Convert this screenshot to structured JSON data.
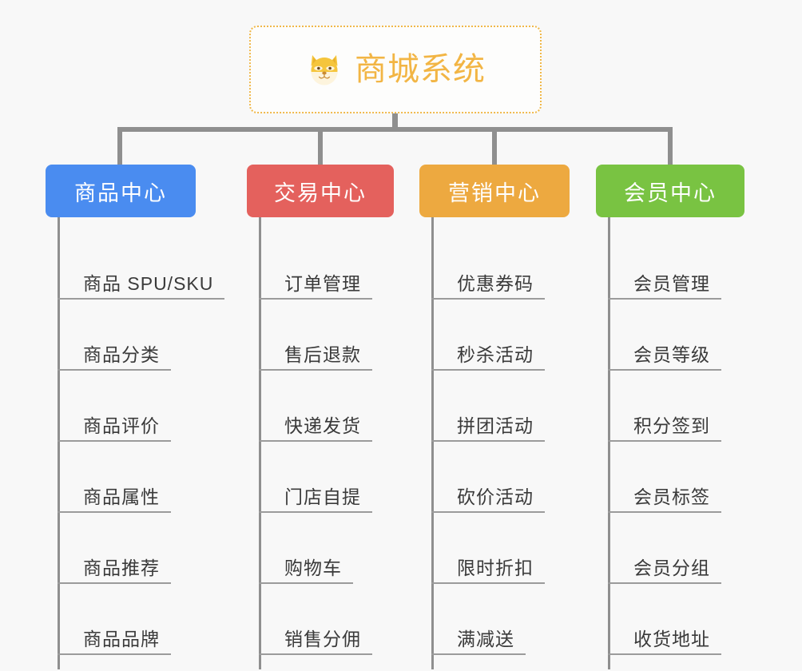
{
  "root": {
    "title": "商城系统",
    "icon": "shiba-dog-face-emoji",
    "border_color": "#f0b849",
    "text_color": "#f2b544"
  },
  "connector": {
    "color": "#8f8f8f"
  },
  "branches": [
    {
      "id": "product-center",
      "label": "商品中心",
      "color": "#4a8cf0",
      "color_class": "cat-blue",
      "items": [
        "商品 SPU/SKU",
        "商品分类",
        "商品评价",
        "商品属性",
        "商品推荐",
        "商品品牌"
      ]
    },
    {
      "id": "trade-center",
      "label": "交易中心",
      "color": "#e4615d",
      "color_class": "cat-red",
      "items": [
        "订单管理",
        "售后退款",
        "快递发货",
        "门店自提",
        "购物车",
        "销售分佣"
      ]
    },
    {
      "id": "marketing-center",
      "label": "营销中心",
      "color": "#eda940",
      "color_class": "cat-orange",
      "items": [
        "优惠券码",
        "秒杀活动",
        "拼团活动",
        "砍价活动",
        "限时折扣",
        "满减送"
      ]
    },
    {
      "id": "member-center",
      "label": "会员中心",
      "color": "#79c342",
      "color_class": "cat-green",
      "items": [
        "会员管理",
        "会员等级",
        "积分签到",
        "会员标签",
        "会员分组",
        "收货地址"
      ]
    }
  ]
}
